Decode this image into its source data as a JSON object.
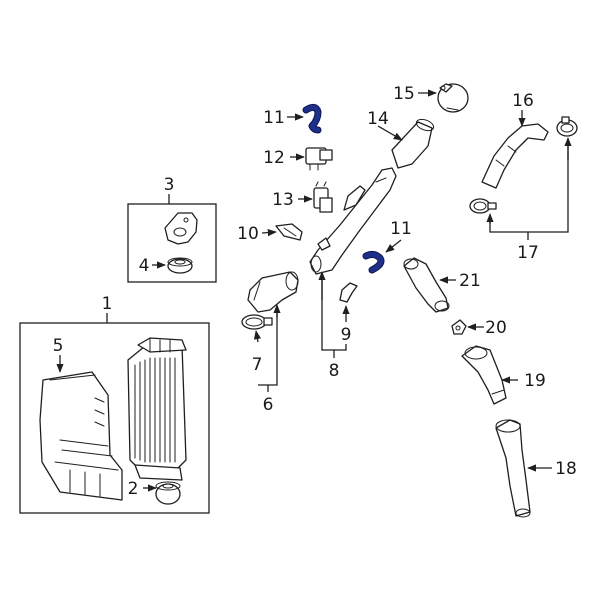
{
  "diagram": {
    "labels": {
      "p1": "1",
      "p2": "2",
      "p3": "3",
      "p4": "4",
      "p5": "5",
      "p6": "6",
      "p7": "7",
      "p8": "8",
      "p9": "9",
      "p10": "10",
      "p11a": "11",
      "p11b": "11",
      "p12": "12",
      "p13": "13",
      "p14": "14",
      "p15": "15",
      "p16": "16",
      "p17": "17",
      "p18": "18",
      "p19": "19",
      "p20": "20",
      "p21": "21"
    },
    "colors": {
      "line": "#1f1f1f",
      "highlight": "#1e2f8a",
      "background": "#ffffff"
    }
  }
}
